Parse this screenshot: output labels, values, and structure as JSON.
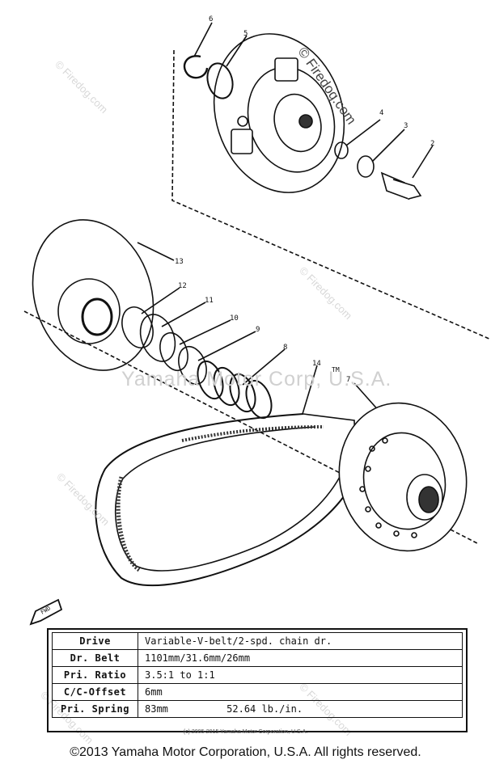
{
  "callouts": [
    "6",
    "5",
    "4",
    "3",
    "2",
    "13",
    "12",
    "11",
    "10",
    "9",
    "8",
    "14",
    "7"
  ],
  "tm_mark": "TM",
  "fwd_label": "FWD",
  "watermark_site": "© Firedog.com",
  "watermark_company": "Yamaha Motor Corp, U.S.A.",
  "specs": [
    {
      "label": "Drive",
      "value": "Variable-V-belt/2-spd. chain dr."
    },
    {
      "label": "Dr. Belt",
      "value": "1101mm/31.6mm/26mm"
    },
    {
      "label": "Pri. Ratio",
      "value": "3.5:1  to  1:1"
    },
    {
      "label": "C/C-Offset",
      "value": "6mm"
    },
    {
      "label": "Pri. Spring",
      "value": "83mm          52.64 lb./in."
    }
  ],
  "copyright_small": "(c) 2005-2015 Yamaha Motor Corporation, U.S.A.",
  "footer": "©2013 Yamaha Motor Corporation, U.S.A. All rights reserved."
}
